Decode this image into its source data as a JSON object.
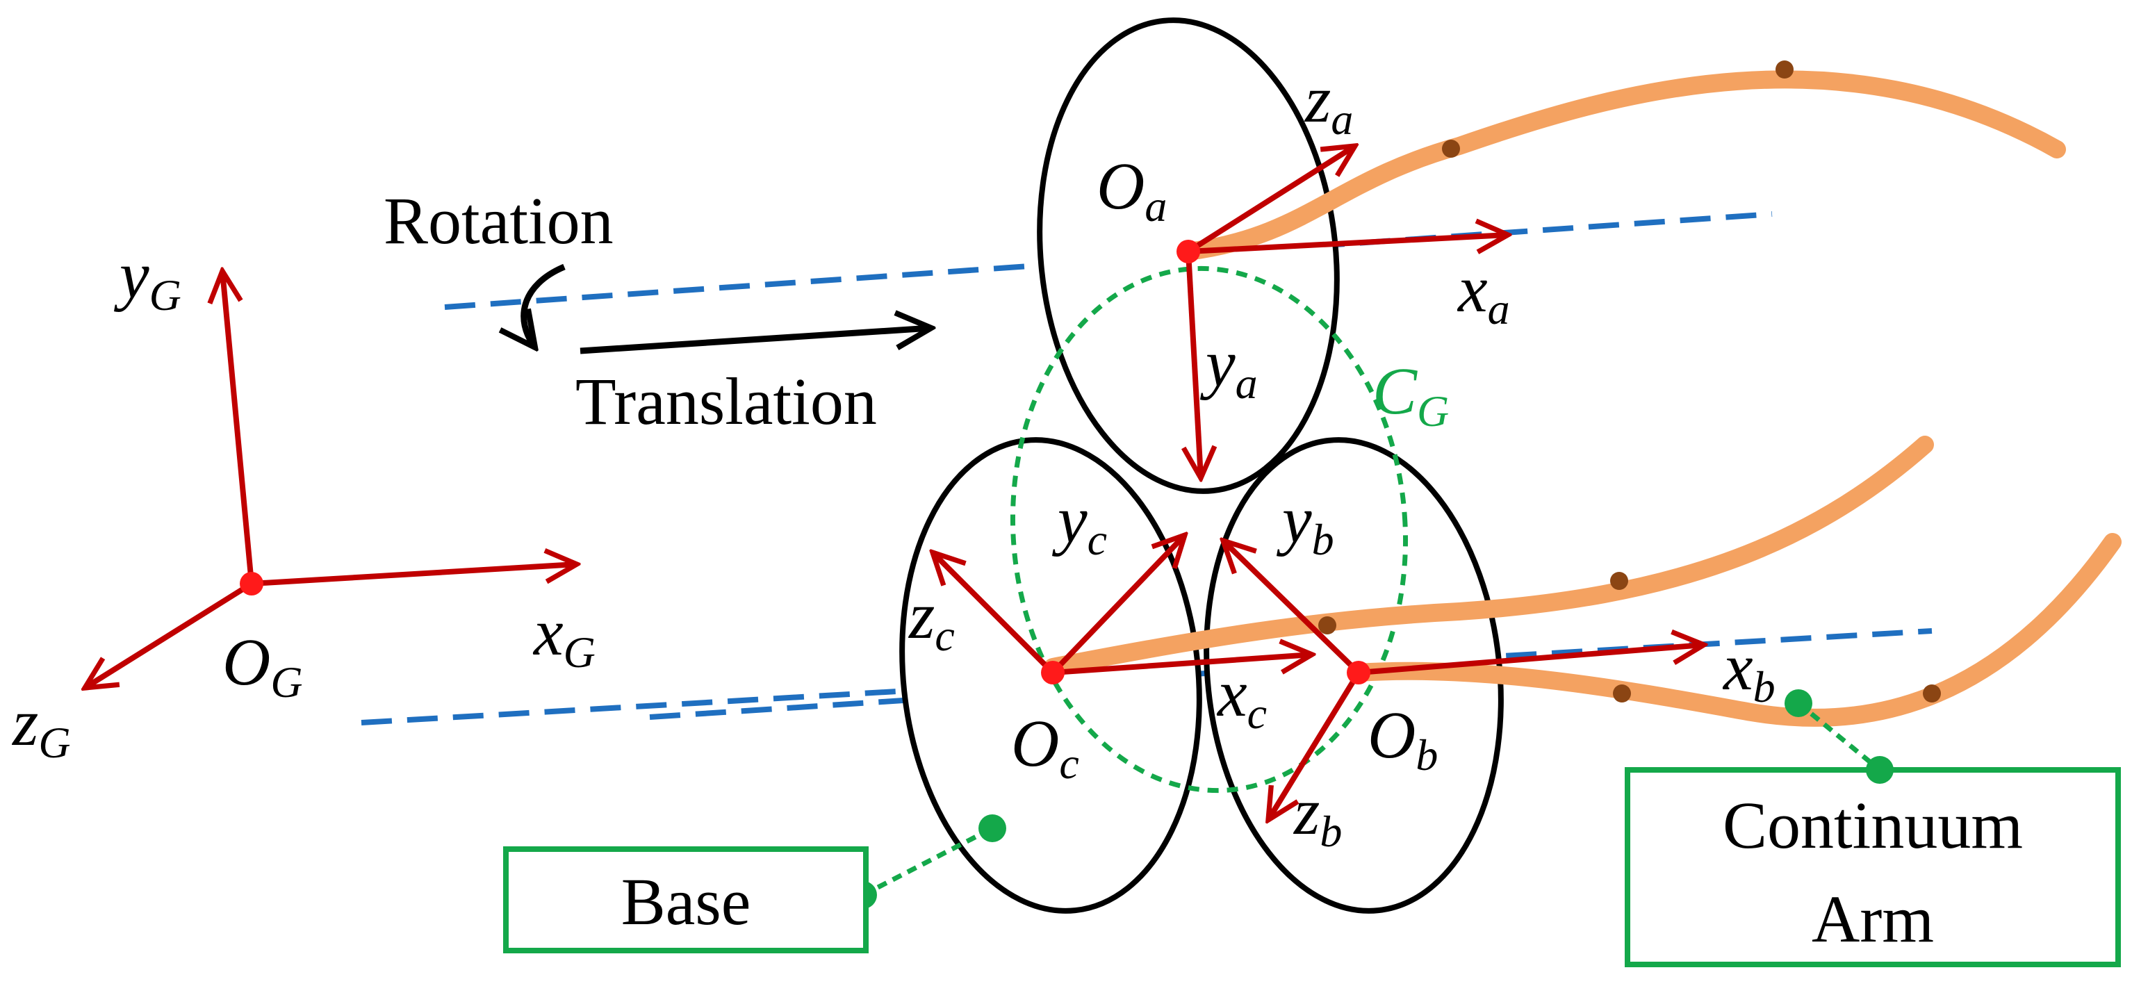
{
  "colors": {
    "axis": "#c00000",
    "origin": "#ff1a1a",
    "ellipse": "#000000",
    "dashed_line": "#1f6fc0",
    "guide_circle": "#14a84a",
    "arm": "#f4a261",
    "arm_node": "#8b4513",
    "callout": "#14a84a"
  },
  "motion": {
    "rotation_label": "Rotation",
    "translation_label": "Translation"
  },
  "frames": {
    "global": {
      "origin": "O",
      "origin_sub": "G",
      "x": "x",
      "x_sub": "G",
      "y": "y",
      "y_sub": "G",
      "z": "z",
      "z_sub": "G"
    },
    "a": {
      "origin": "O",
      "origin_sub": "a",
      "x": "x",
      "x_sub": "a",
      "y": "y",
      "y_sub": "a",
      "z": "z",
      "z_sub": "a"
    },
    "b": {
      "origin": "O",
      "origin_sub": "b",
      "x": "x",
      "x_sub": "b",
      "y": "y",
      "y_sub": "b",
      "z": "z",
      "z_sub": "b"
    },
    "c": {
      "origin": "O",
      "origin_sub": "c",
      "x": "x",
      "x_sub": "c",
      "y": "y",
      "y_sub": "c",
      "z": "z",
      "z_sub": "c"
    }
  },
  "circle_label": {
    "main": "C",
    "sub": "G"
  },
  "callouts": {
    "base": "Base",
    "arm_line1": "Continuum",
    "arm_line2": "Arm"
  }
}
